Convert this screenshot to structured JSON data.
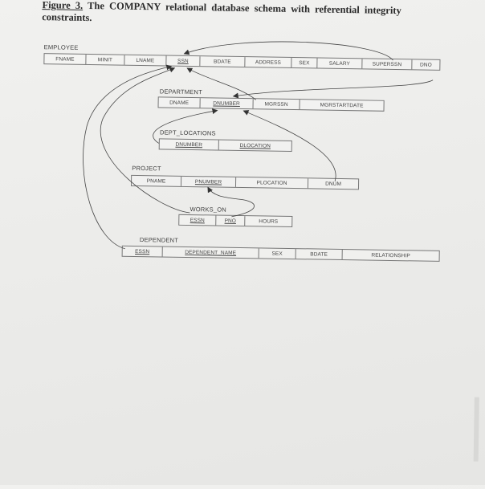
{
  "caption": {
    "figure_label": "Figure 3.",
    "text": "The COMPANY relational database schema with referential integrity constraints."
  },
  "tables": {
    "employee": {
      "name": "EMPLOYEE",
      "columns": [
        "FNAME",
        "MINIT",
        "LNAME",
        "SSN",
        "BDATE",
        "ADDRESS",
        "SEX",
        "SALARY",
        "SUPERSSN",
        "DNO"
      ]
    },
    "department": {
      "name": "DEPARTMENT",
      "columns": [
        "DNAME",
        "DNUMBER",
        "MGRSSN",
        "MGRSTARTDATE"
      ]
    },
    "dept_locations": {
      "name": "DEPT_LOCATIONS",
      "columns": [
        "DNUMBER",
        "DLOCATION"
      ]
    },
    "project": {
      "name": "PROJECT",
      "columns": [
        "PNAME",
        "PNUMBER",
        "PLOCATION",
        "DNUM"
      ]
    },
    "works_on": {
      "name": "WORKS_ON",
      "columns": [
        "ESSN",
        "PNO",
        "HOURS"
      ]
    },
    "dependent": {
      "name": "DEPENDENT",
      "columns": [
        "ESSN",
        "DEPENDENT_NAME",
        "SEX",
        "BDATE",
        "RELATIONSHIP"
      ]
    }
  }
}
